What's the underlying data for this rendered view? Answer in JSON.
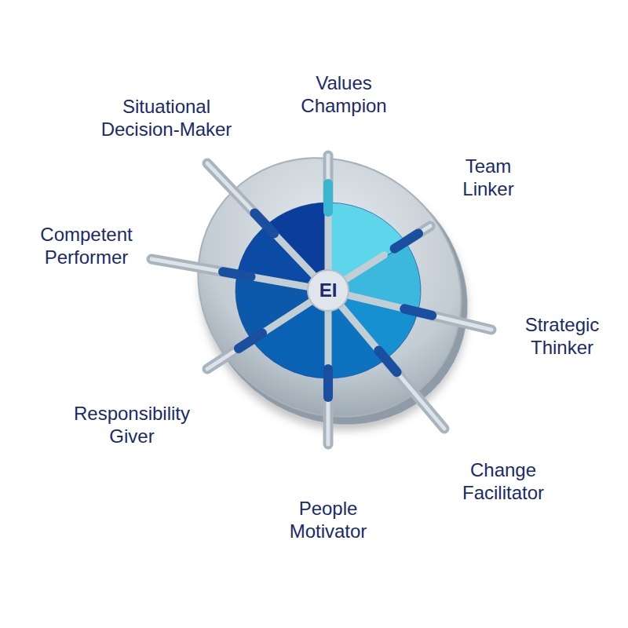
{
  "diagram": {
    "nodes": [
      {
        "text": [
          "EI"
        ]
      }
    ],
    "labels": [
      "Values Champion",
      "Team Linker",
      "Strategic Thinker",
      "Change Facilitator",
      "People Motivator",
      "Responsibility Giver",
      "Competent Performer",
      "Situational Decision-Maker"
    ]
  }
}
